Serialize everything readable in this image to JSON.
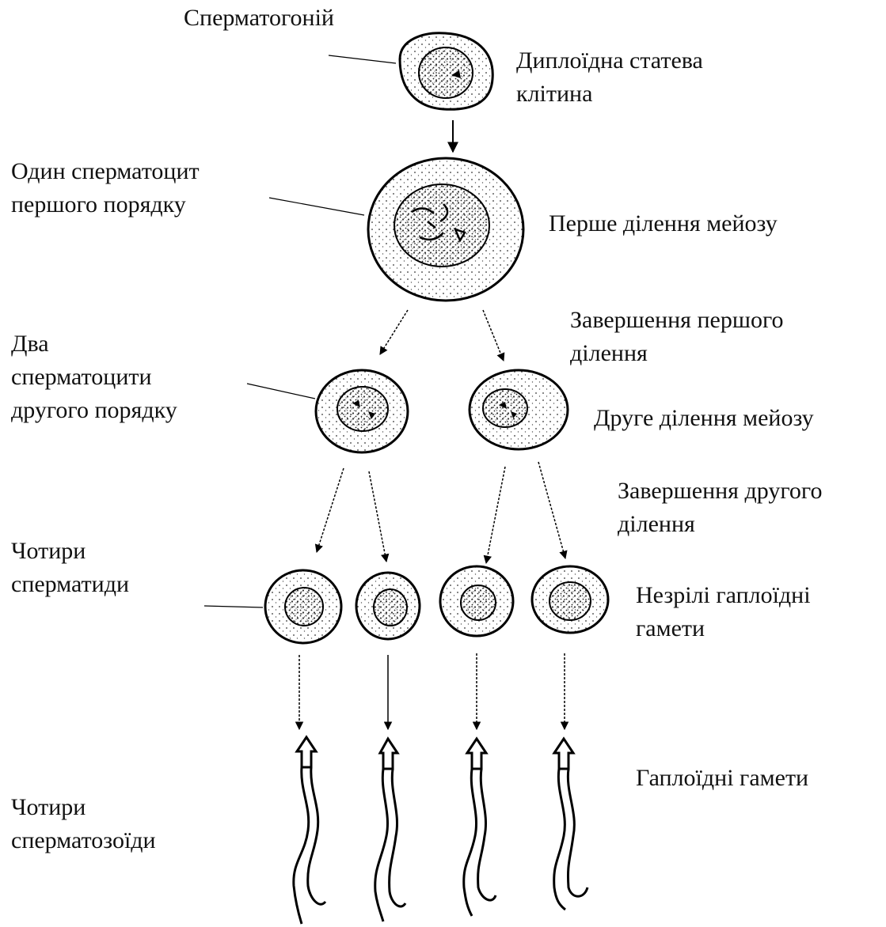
{
  "left_labels": {
    "spermatogonium": "Сперматогоній",
    "primary_l1": "Один сперматоцит",
    "primary_l2": "першого порядку",
    "secondary_l1": "Два",
    "secondary_l2": "сперматоцити",
    "secondary_l3": "другого порядку",
    "spermatids_l1": "Чотири",
    "spermatids_l2": "сперматиди",
    "spermatozoa_l1": "Чотири",
    "spermatozoa_l2": "сперматозоїди"
  },
  "right_labels": {
    "diploid_l1": "Диплоїдна статева",
    "diploid_l2": "клітина",
    "meiosis1": "Перше ділення мейозу",
    "end1_l1": "Завершення першого",
    "end1_l2": "ділення",
    "meiosis2": "Друге ділення мейозу",
    "end2_l1": "Завершення другого",
    "end2_l2": "ділення",
    "immature_l1": "Незрілі гаплоїдні",
    "immature_l2": "гамети",
    "haploid": "Гаплоїдні гамети"
  }
}
